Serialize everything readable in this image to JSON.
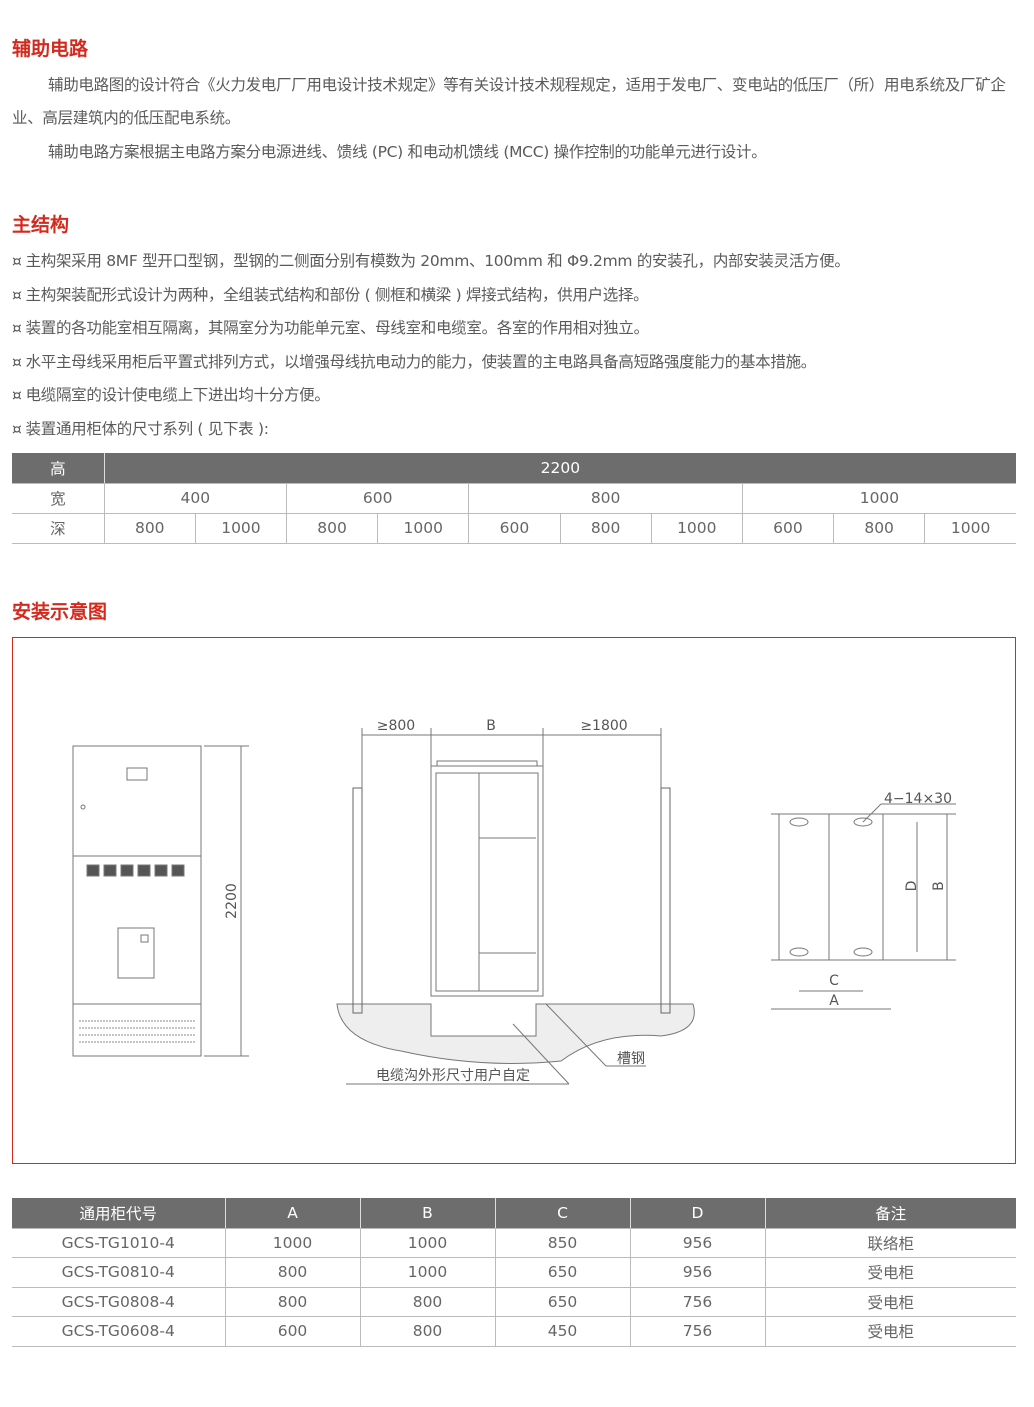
{
  "section1": {
    "title": "辅助电路",
    "para1": "辅助电路图的设计符合《火力发电厂厂用电设计技术规定》等有关设计技术规程规定，适用于发电厂、变电站的低压厂（所）用电系统及厂矿企业、高层建筑内的低压配电系统。",
    "para2": "辅助电路方案根据主电路方案分电源进线、馈线 (PC) 和电动机馈线 (MCC) 操作控制的功能单元进行设计。"
  },
  "section2": {
    "title": "主结构",
    "bullet": "¤",
    "items": [
      "主构架采用 8MF 型开口型钢，型钢的二侧面分别有模数为 20mm、100mm 和 Φ9.2mm 的安装孔，内部安装灵活方便。",
      "主构架装配形式设计为两种，全组装式结构和部份 ( 侧框和横梁 ) 焊接式结构，供用户选择。",
      "装置的各功能室相互隔离，其隔室分为功能单元室、母线室和电缆室。各室的作用相对独立。",
      "水平主母线采用柜后平置式排列方式，以增强母线抗电动力的能力，使装置的主电路具备高短路强度能力的基本措施。",
      "电缆隔室的设计使电缆上下进出均十分方便。",
      "装置通用柜体的尺寸系列 ( 见下表 ):"
    ]
  },
  "spec_table": {
    "height_label": "高",
    "height": "2200",
    "width_label": "宽",
    "widths": [
      "400",
      "600",
      "800",
      "1000"
    ],
    "depth_label": "深",
    "depths": [
      "800",
      "1000",
      "800",
      "1000",
      "600",
      "800",
      "1000",
      "600",
      "800",
      "1000"
    ]
  },
  "section3": {
    "title": "安装示意图"
  },
  "diagram": {
    "height_dim": "2200",
    "front_left": "≥800",
    "front_b": "B",
    "front_right": "≥1800",
    "trench_note": "电缆沟外形尺寸用户自定",
    "channel_steel": "槽钢",
    "holes": "4−14×30",
    "dim_c": "C",
    "dim_a": "A",
    "dim_d": "D",
    "dim_b": "B"
  },
  "dims_table": {
    "headers": [
      "通用柜代号",
      "A",
      "B",
      "C",
      "D",
      "备注"
    ],
    "rows": [
      [
        "GCS-TG1010-4",
        "1000",
        "1000",
        "850",
        "956",
        "联络柜"
      ],
      [
        "GCS-TG0810-4",
        "800",
        "1000",
        "650",
        "956",
        "受电柜"
      ],
      [
        "GCS-TG0808-4",
        "800",
        "800",
        "650",
        "756",
        "受电柜"
      ],
      [
        "GCS-TG0608-4",
        "600",
        "800",
        "450",
        "756",
        "受电柜"
      ]
    ]
  }
}
